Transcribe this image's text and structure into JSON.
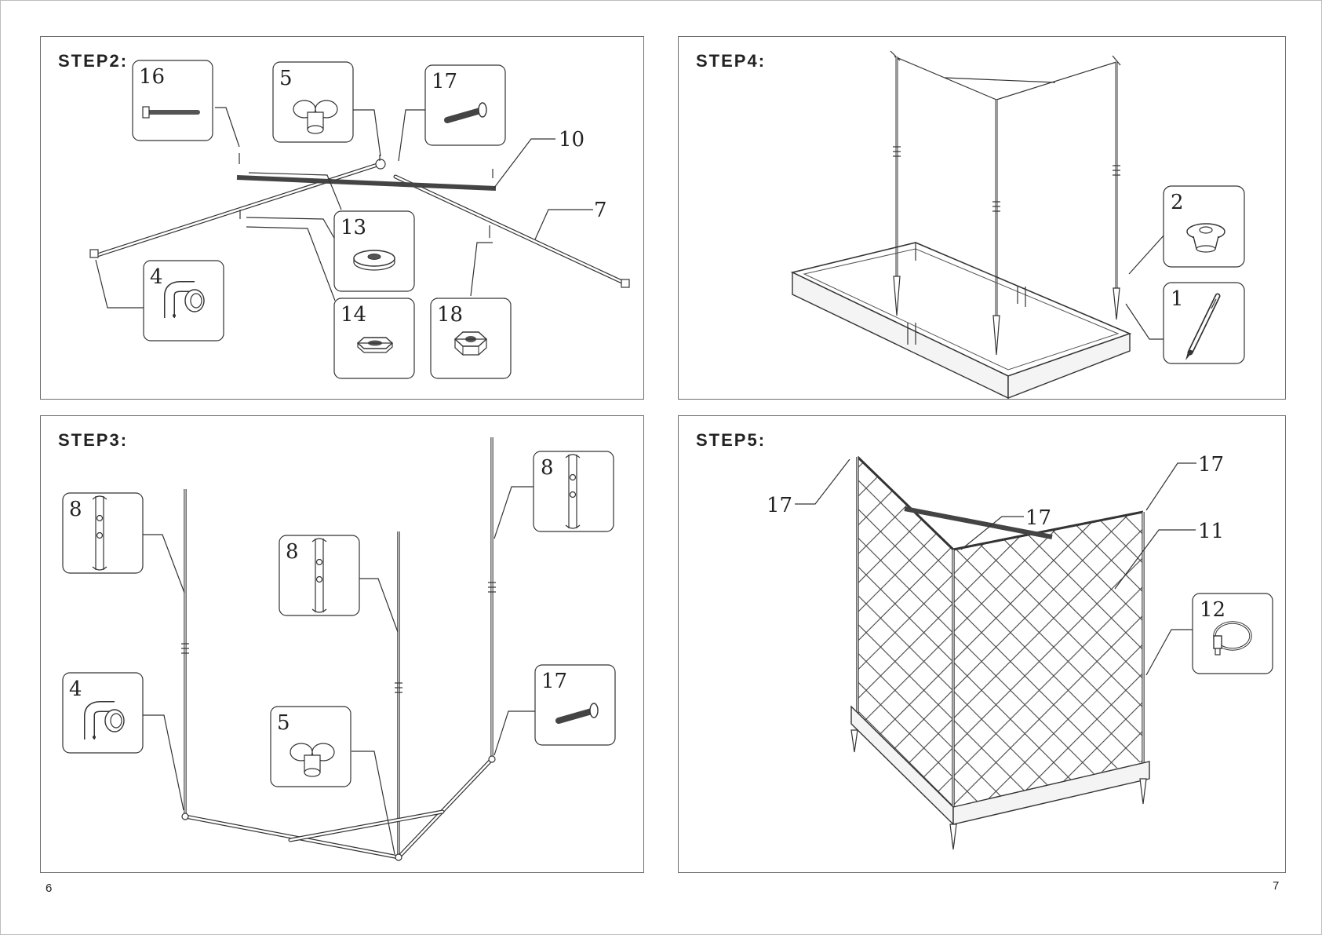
{
  "pages": {
    "left": "6",
    "right": "7"
  },
  "panels": {
    "step2": {
      "title": "STEP2:",
      "callouts": [
        "16",
        "5",
        "17",
        "10",
        "7",
        "13",
        "4",
        "14",
        "18"
      ],
      "icons": [
        "bolt-icon",
        "three-way-connector-icon",
        "bolt-icon",
        "flat-washer-icon",
        "elbow-connector-icon",
        "lock-washer-icon",
        "hex-nut-icon"
      ]
    },
    "step4": {
      "title": "STEP4:",
      "callouts": [
        "2",
        "1"
      ],
      "icons": [
        "cap-icon",
        "ground-stake-icon"
      ]
    },
    "step3": {
      "title": "STEP3:",
      "callouts": [
        "8",
        "8",
        "8",
        "4",
        "17",
        "5"
      ],
      "icons": [
        "pole-joint-icon",
        "elbow-connector-icon",
        "bolt-icon",
        "three-way-connector-icon"
      ]
    },
    "step5": {
      "title": "STEP5:",
      "callouts": [
        "17",
        "17",
        "17",
        "11",
        "12"
      ],
      "icons": [
        "clip-ring-icon"
      ]
    }
  }
}
